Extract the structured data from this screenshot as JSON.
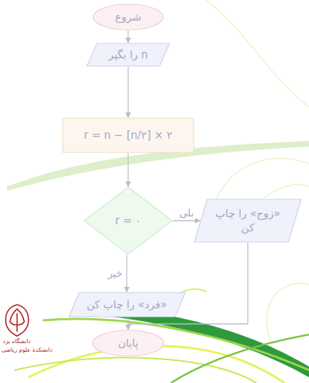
{
  "diagram": {
    "nodes": [
      {
        "text": [
          "شروع"
        ]
      },
      {
        "text": [
          "n را بگیر"
        ]
      },
      {
        "text": [
          "r = n − [n/۲] × ۲"
        ]
      },
      {
        "text": [
          "r = ۰"
        ]
      },
      {
        "text": [
          "«زوج» را چاپ کن"
        ]
      },
      {
        "text": [
          "«فرد» را چاپ کن"
        ]
      },
      {
        "text": [
          "پایان"
        ]
      }
    ],
    "edges": [
      {
        "from": 0,
        "to": 1,
        "arrow": "to"
      },
      {
        "from": 1,
        "to": 2,
        "arrow": "to"
      },
      {
        "from": 2,
        "to": 3,
        "arrow": "to"
      },
      {
        "from": 3,
        "to": 4,
        "label": "بلی",
        "arrow": "to"
      },
      {
        "from": 3,
        "to": 5,
        "label": "خیر",
        "arrow": "to"
      },
      {
        "from": 5,
        "to": 6,
        "arrow": "to"
      },
      {
        "from": 4,
        "to": 6,
        "arrow": "to"
      }
    ],
    "labels": [
      "دانشگاه یزد",
      "دانشکدهٔ علوم ریاضی"
    ]
  }
}
